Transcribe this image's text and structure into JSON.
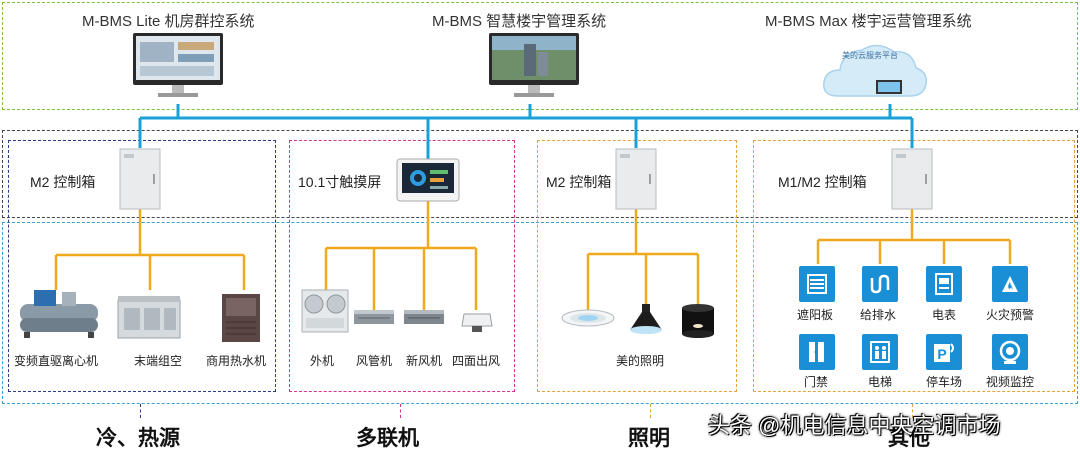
{
  "systems": [
    {
      "title": "M-BMS Lite 机房群控系统"
    },
    {
      "title": "M-BMS 智慧楼宇管理系统"
    },
    {
      "title": "M-BMS Max 楼宇运营管理系统"
    }
  ],
  "cloud_label": "美的云服务平台",
  "controllers": {
    "hvac": "M2 控制箱",
    "vrf": "10.1寸触摸屏",
    "lighting": "M2 控制箱",
    "other": "M1/M2 控制箱"
  },
  "devices": {
    "hvac": [
      "变频直驱离心机",
      "末端组空",
      "商用热水机"
    ],
    "vrf": [
      "外机",
      "风管机",
      "新风机",
      "四面出风"
    ],
    "lighting": [
      "美的照明"
    ],
    "other": [
      "遮阳板",
      "给排水",
      "电表",
      "火灾预警",
      "门禁",
      "电梯",
      "停车场",
      "视频监控"
    ]
  },
  "groups": [
    "冷、热源",
    "多联机",
    "照明",
    "其他"
  ],
  "watermark": "头条 @机电信息中央空调市场",
  "colors": {
    "green": "#7dc242",
    "dark": "#444444",
    "blue_dash": "#3aa0d8",
    "navy": "#2b3a8c",
    "magenta": "#d6338a",
    "orange": "#e8a23a",
    "cyan_line": "#1aa0d8",
    "gold_line": "#f0a81c",
    "icon_blue": "#1a8fd6"
  }
}
